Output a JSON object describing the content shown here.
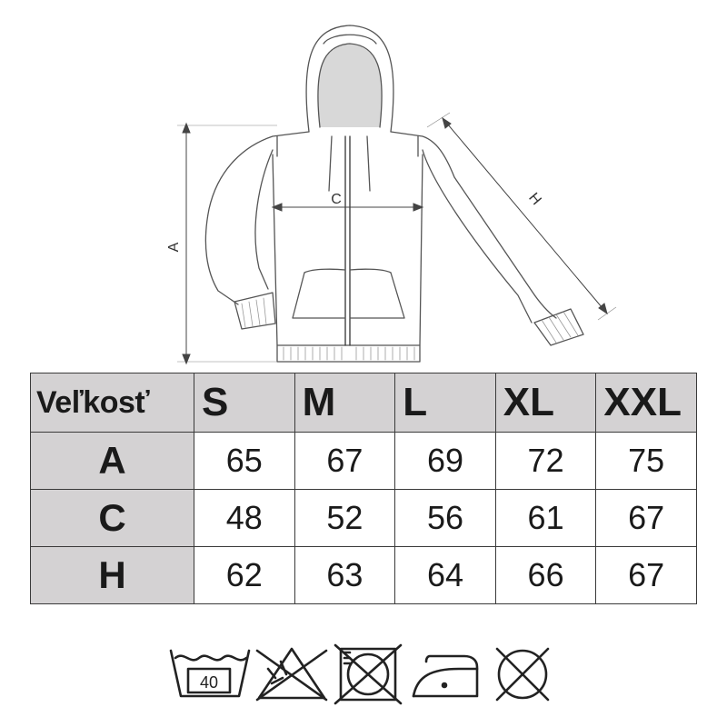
{
  "diagram": {
    "labels": {
      "a": "A",
      "c": "C",
      "h": "H"
    }
  },
  "table": {
    "header_label": "Veľkosť",
    "sizes": [
      "S",
      "M",
      "L",
      "XL",
      "XXL"
    ],
    "rows": [
      {
        "label": "A",
        "values": [
          "65",
          "67",
          "69",
          "72",
          "75"
        ]
      },
      {
        "label": "C",
        "values": [
          "48",
          "52",
          "56",
          "61",
          "67"
        ]
      },
      {
        "label": "H",
        "values": [
          "62",
          "63",
          "64",
          "66",
          "67"
        ]
      }
    ]
  },
  "care": {
    "wash_temp": "40",
    "icons": [
      "wash-40-icon",
      "do-not-bleach-icon",
      "do-not-tumble-dry-icon",
      "iron-low-icon",
      "do-not-dry-clean-icon"
    ]
  }
}
